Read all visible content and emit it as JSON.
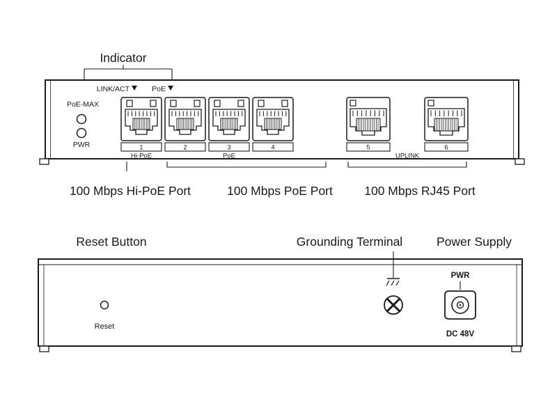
{
  "front": {
    "indicator_label": "Indicator",
    "link_act_label": "LINK/ACT",
    "poe_arrow_label": "PoE",
    "poe_max_label": "PoE-MAX",
    "pwr_label": "PWR",
    "ports": [
      "1",
      "2",
      "3",
      "4",
      "5",
      "6"
    ],
    "group_labels": {
      "hi_poe": "Hi-PoE",
      "poe": "PoE",
      "uplink": "UPLINK"
    },
    "captions": {
      "hi_poe": "100 Mbps Hi-PoE Port",
      "poe": "100 Mbps PoE Port",
      "rj45": "100 Mbps RJ45 Port"
    }
  },
  "rear": {
    "reset_button_label": "Reset Button",
    "grounding_terminal_label": "Grounding Terminal",
    "power_supply_label": "Power Supply",
    "reset_label": "Reset",
    "pwr_label": "PWR",
    "dc_label": "DC 48V"
  },
  "icons": {
    "link_act_arrow": "down-triangle",
    "poe_arrow": "down-triangle",
    "poe_max_led": "circle-led",
    "pwr_led": "circle-led",
    "ground_symbol": "earth-ground",
    "screw_terminal": "phillips-screw",
    "dc_jack": "barrel-connector"
  },
  "colors": {
    "line": "#1a1a1a",
    "background": "#ffffff"
  }
}
